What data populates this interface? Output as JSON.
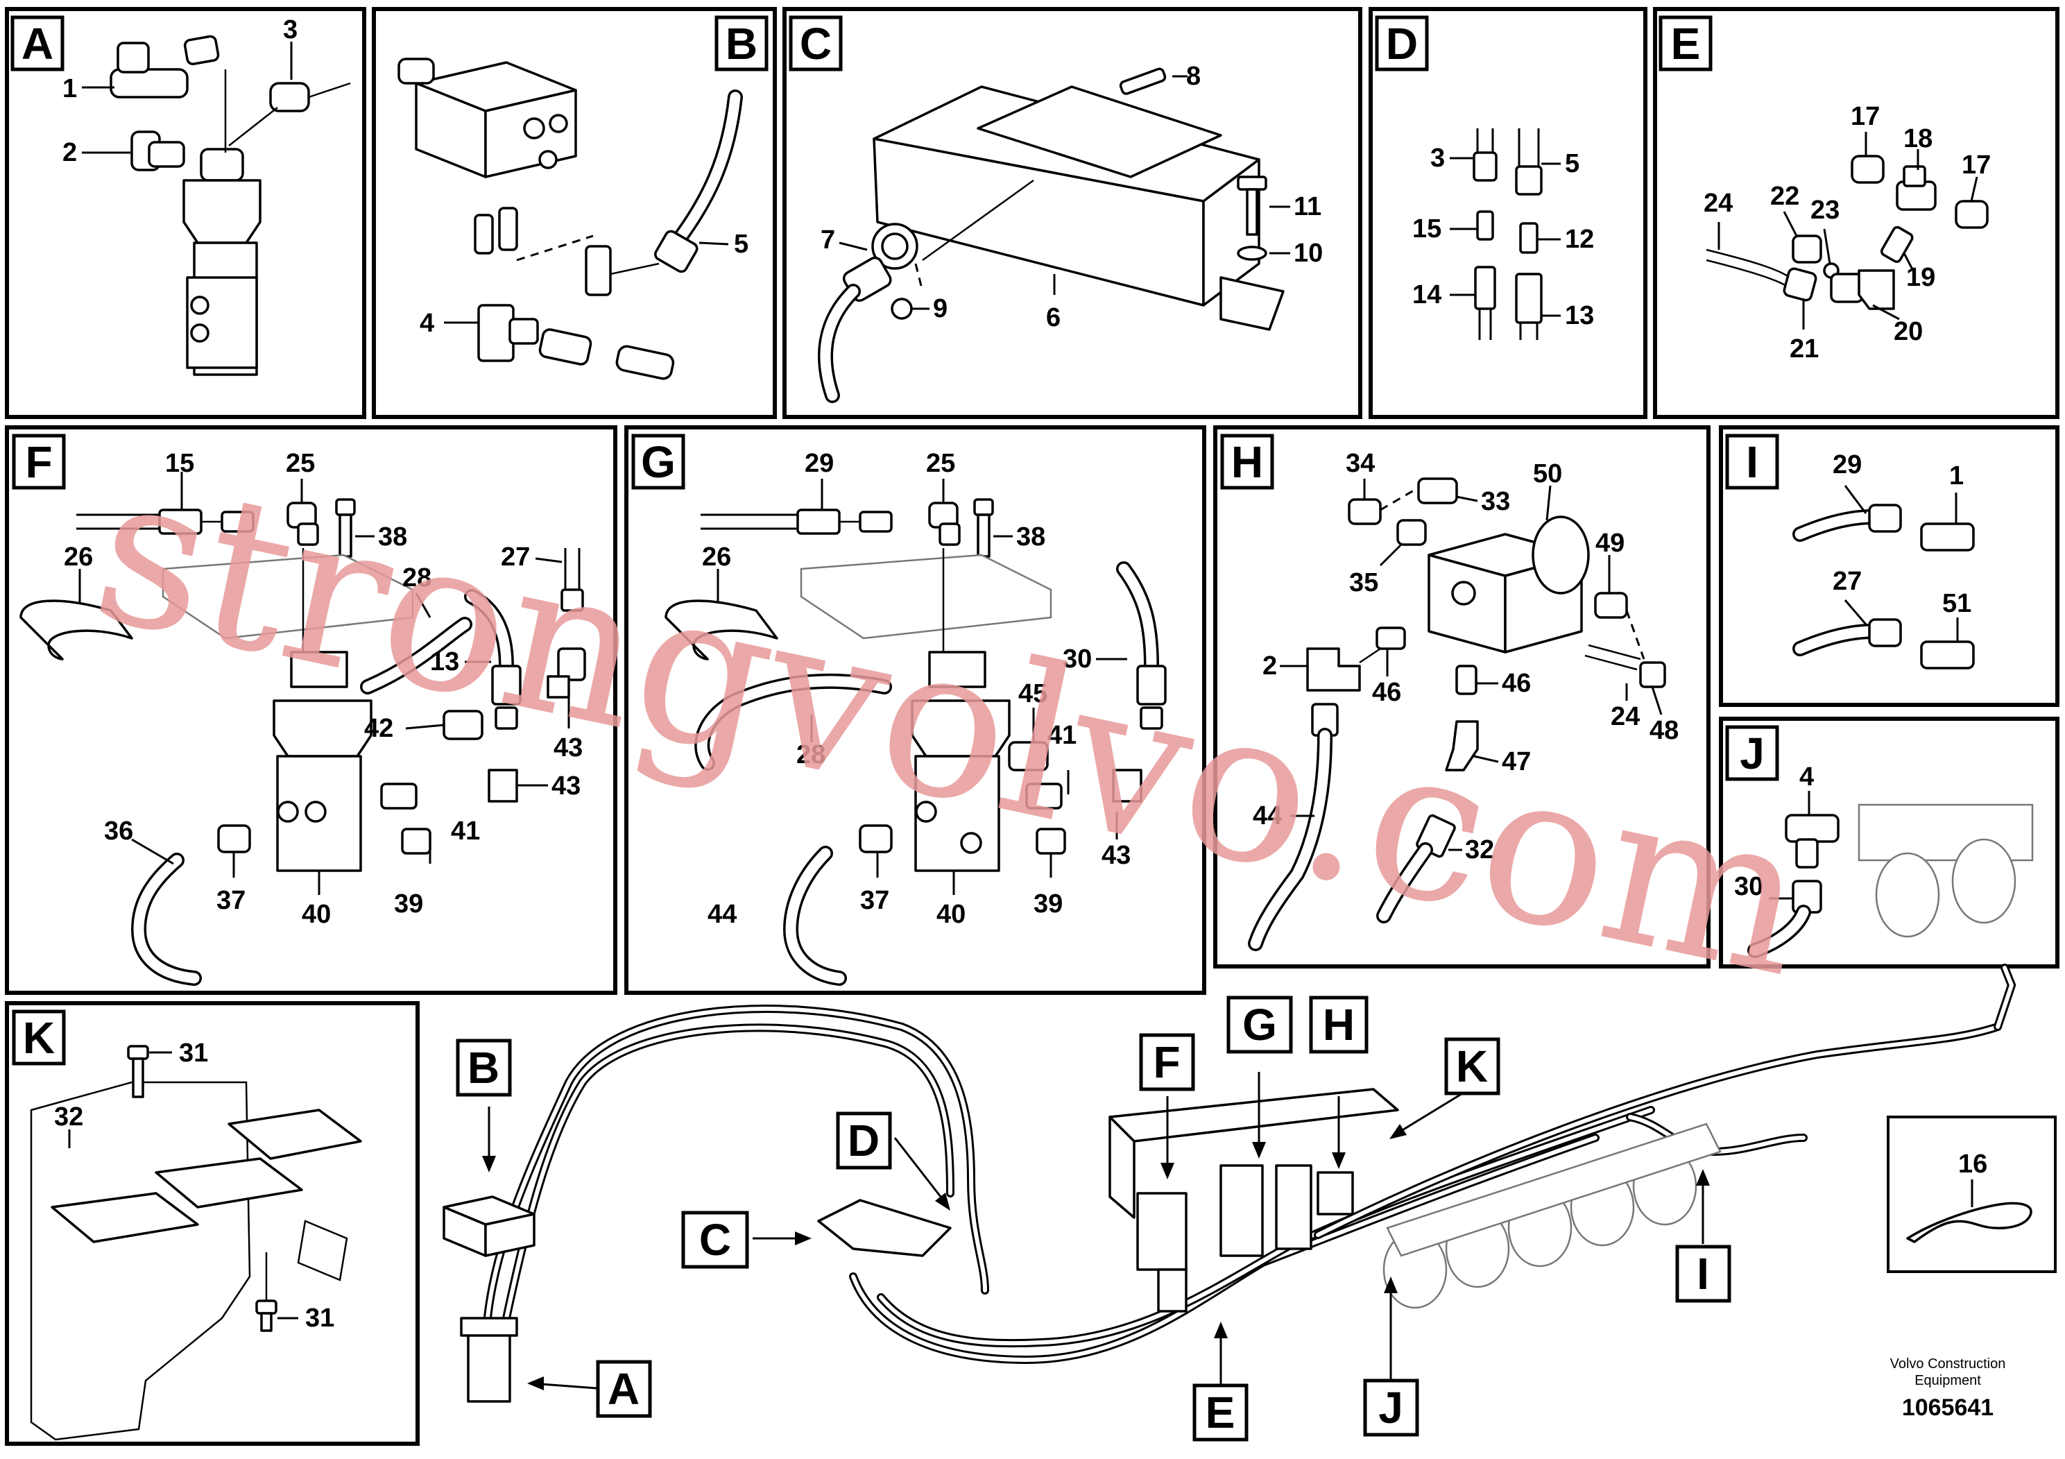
{
  "panels": {
    "A": {
      "label": "A",
      "callouts": [
        "1",
        "2",
        "3"
      ]
    },
    "B": {
      "label": "B",
      "callouts": [
        "4",
        "5"
      ]
    },
    "C": {
      "label": "C",
      "callouts": [
        "6",
        "7",
        "8",
        "9",
        "10",
        "11"
      ]
    },
    "D": {
      "label": "D",
      "callouts": [
        "3",
        "5",
        "12",
        "13",
        "14",
        "15"
      ]
    },
    "E": {
      "label": "E",
      "callouts": [
        "17",
        "18",
        "17",
        "22",
        "23",
        "24",
        "19",
        "20",
        "21"
      ]
    },
    "F": {
      "label": "F",
      "callouts": [
        "15",
        "25",
        "38",
        "26",
        "28",
        "27",
        "13",
        "42",
        "43",
        "43",
        "41",
        "36",
        "37",
        "40",
        "39"
      ]
    },
    "G": {
      "label": "G",
      "callouts": [
        "29",
        "25",
        "38",
        "26",
        "30",
        "28",
        "45",
        "41",
        "43",
        "37",
        "44",
        "40",
        "39"
      ]
    },
    "H": {
      "label": "H",
      "callouts": [
        "34",
        "33",
        "50",
        "35",
        "49",
        "2",
        "46",
        "46",
        "24",
        "48",
        "47",
        "44",
        "32"
      ]
    },
    "I": {
      "label": "I",
      "callouts": [
        "29",
        "1",
        "27",
        "51"
      ]
    },
    "J": {
      "label": "J",
      "callouts": [
        "4",
        "30"
      ]
    },
    "K": {
      "label": "K",
      "callouts": [
        "31",
        "32",
        "31"
      ]
    }
  },
  "overview": {
    "tags": [
      "B",
      "D",
      "C",
      "A",
      "F",
      "G",
      "H",
      "K",
      "E",
      "J",
      "I"
    ],
    "detail_callout": "16"
  },
  "watermark": "strongvolvo.com",
  "footer": {
    "company_line1": "Volvo Construction",
    "company_line2": "Equipment",
    "drawing_number": "1065641"
  }
}
